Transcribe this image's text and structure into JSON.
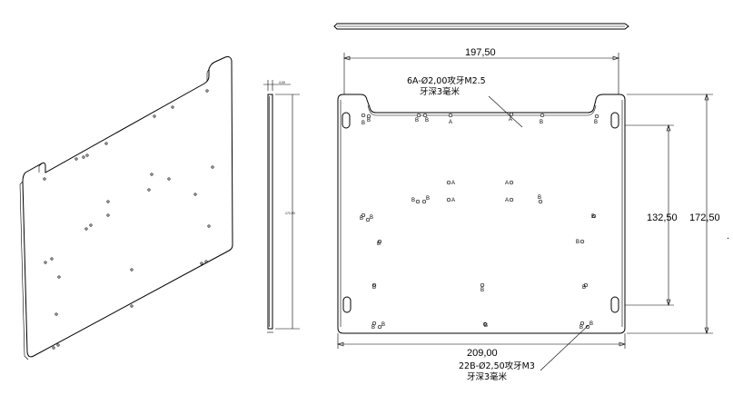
{
  "dimensions": {
    "width_top": "197,50",
    "width_bottom": "209,00",
    "height_inner": "132,50",
    "height_outer": "172,50",
    "side_thickness": "4,00",
    "side_height": "172,50"
  },
  "notes": {
    "holes_a_line1": "6A-Ø2,00攻牙M2.5",
    "holes_a_line2": "牙深3毫米",
    "holes_b_line1": "22B-Ø2,50攻牙M3",
    "holes_b_line2": "牙深3毫米"
  },
  "hole_labels": {
    "a": "A",
    "b": "B"
  },
  "colors": {
    "line": "#000000",
    "background": "#ffffff"
  }
}
